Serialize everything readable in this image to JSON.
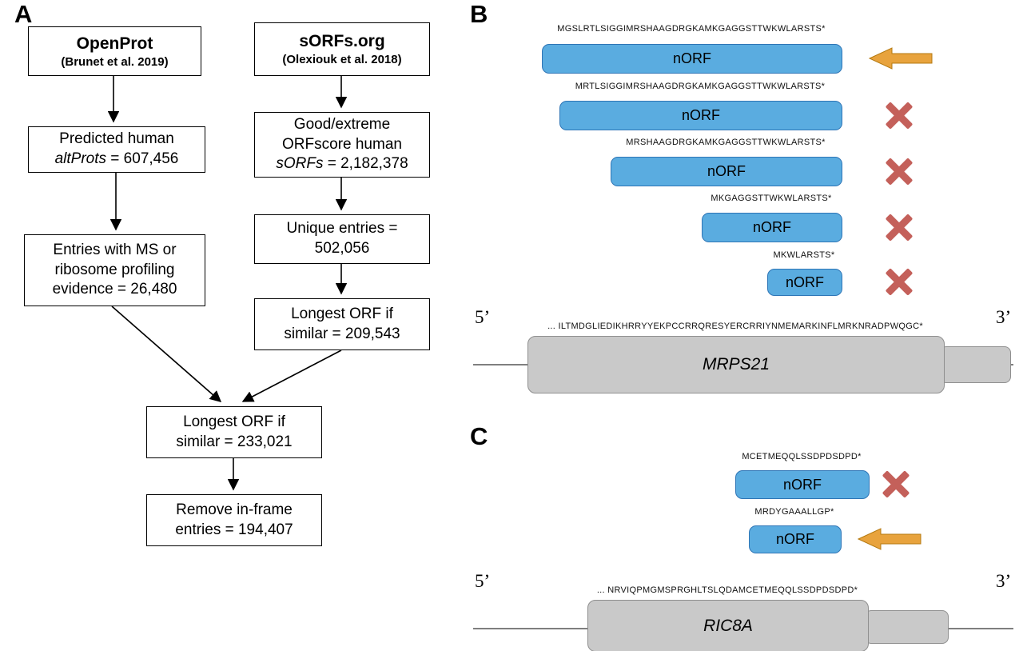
{
  "colors": {
    "blue": "#5aace0",
    "blue-border": "#2e75b6",
    "orange": "#e8a33d",
    "orange-border": "#b57a10",
    "red": "#c4605a",
    "gray": "#c9c9c9",
    "gray-border": "#8f8f8f"
  },
  "panelA": {
    "label": "A",
    "openprot_title": "OpenProt",
    "openprot_sub": "(Brunet et al. 2019)",
    "sorfs_title": "sORFs.org",
    "sorfs_sub": "(Olexiouk et al. 2018)",
    "predicted_line1": "Predicted human",
    "predicted_italic": "altProts",
    "predicted_rest": " = 607,456",
    "good_line1": "Good/extreme",
    "good_line2": "ORFscore human",
    "good_italic": "sORFs",
    "good_rest": " = 2,182,378",
    "entries_line1": "Entries with MS or",
    "entries_line2": "ribosome profiling",
    "entries_line3": "evidence = 26,480",
    "unique_line1": "Unique entries =",
    "unique_line2": "502,056",
    "longest1_line1": "Longest ORF if",
    "longest1_line2": "similar = 209,543",
    "longest2_line1": "Longest ORF if",
    "longest2_line2": "similar = 233,021",
    "remove_line1": "Remove in-frame",
    "remove_line2": "entries = 194,407"
  },
  "panelB": {
    "label": "B",
    "orfs": [
      {
        "seq": "MGSLRTLSIGGIMRSHAAGDRGKAMKGAGGSTTWKWLARSTS*",
        "label": "nORF",
        "marker": "arrow"
      },
      {
        "seq": "MRTLSIGGIMRSHAAGDRGKAMKGAGGSTTWKWLARSTS*",
        "label": "nORF",
        "marker": "x"
      },
      {
        "seq": "MRSHAAGDRGKAMKGAGGSTTWKWLARSTS*",
        "label": "nORF",
        "marker": "x"
      },
      {
        "seq": "MKGAGGSTTWKWLARSTS*",
        "label": "nORF",
        "marker": "x"
      },
      {
        "seq": "MKWLARSTS*",
        "label": "nORF",
        "marker": "x"
      }
    ],
    "gene": {
      "five_prime": "5’",
      "three_prime": "3’",
      "seq": "... ILTMDGLIEDIKHRRYYEKPCCRRQRESYERCRRIYNMEMARKINFLMRKNRADPWQGC*",
      "name": "MRPS21"
    }
  },
  "panelC": {
    "label": "C",
    "orfs": [
      {
        "seq": "MCETMEQQLSSDPDSDPD*",
        "label": "nORF",
        "marker": "x"
      },
      {
        "seq": "MRDYGAAALLGP*",
        "label": "nORF",
        "marker": "arrow"
      }
    ],
    "gene": {
      "five_prime": "5’",
      "three_prime": "3’",
      "seq": "... NRVIQPMGMSPRGHLTSLQDAMCETMEQQLSSDPDSDPD*",
      "name": "RIC8A"
    }
  }
}
